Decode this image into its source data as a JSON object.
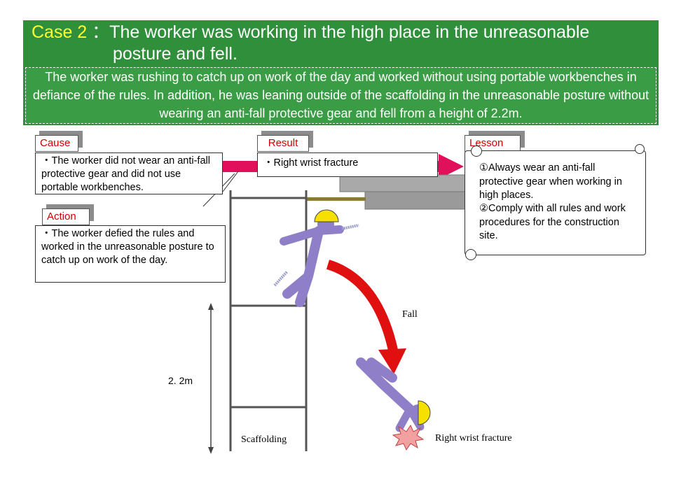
{
  "header": {
    "case_label": "Case 2",
    "title_line1": "：The worker was working in the high place in the unreasonable",
    "title_line2": "posture and fell.",
    "description": "The worker was rushing to catch up on work of the day and worked without using portable workbenches in defiance of the rules. In addition, he was leaning outside of the scaffolding in the unreasonable posture without wearing an anti-fall protective gear and fell from a height of 2.2m."
  },
  "cause": {
    "label": "Cause",
    "text": "・The worker did not wear an anti-fall protective gear and did not use portable workbenches."
  },
  "result": {
    "label": "Result",
    "text": "・Right wrist fracture"
  },
  "lesson": {
    "label": "Lesson",
    "item1": "①Always wear an anti-fall protective gear when working in high places.",
    "item2": "②Comply with all rules and work procedures for the construction site."
  },
  "action": {
    "label": "Action",
    "text": "・The worker defied the rules and worked in the unreasonable posture to catch up on work of the day."
  },
  "illustration": {
    "fall_label": "Fall",
    "height_label": "2. 2m",
    "scaffolding_label": "Scaffolding",
    "injury_label": "Right wrist fracture",
    "colors": {
      "header_green": "#2f8f3a",
      "arrow_pink": "#e0105a",
      "fall_arrow_red": "#e01010",
      "worker_purple": "#8f7fc8",
      "helmet_yellow": "#f5e000"
    }
  }
}
